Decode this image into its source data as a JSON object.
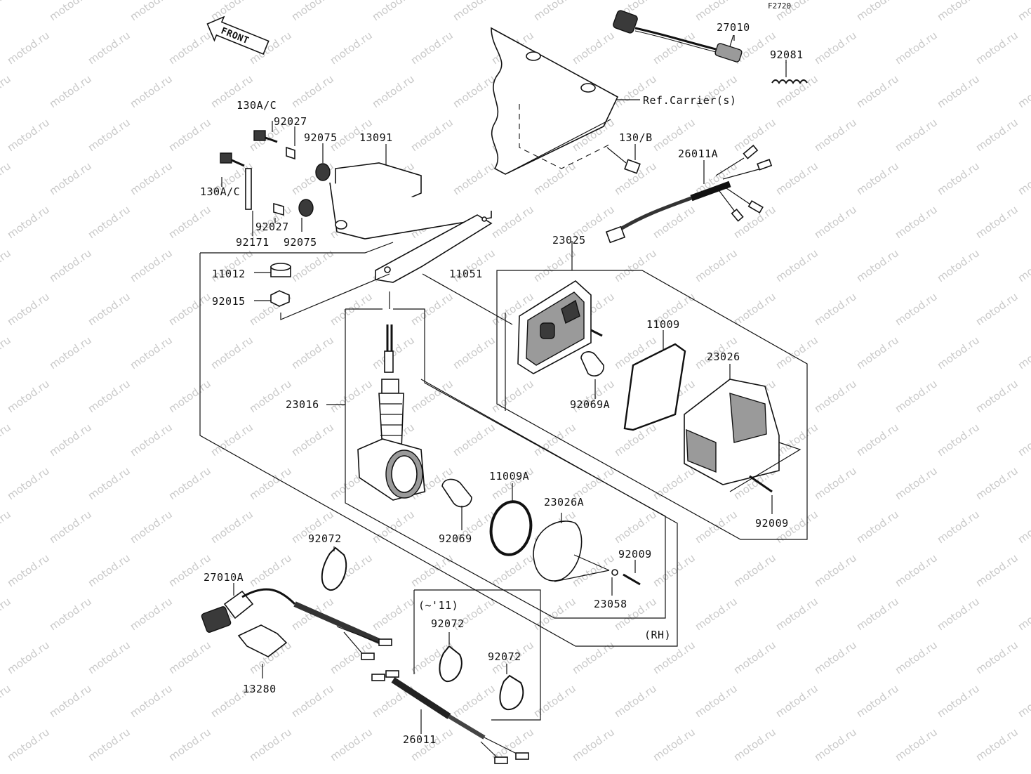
{
  "diagram_code": "F2720",
  "front_label": "FRONT",
  "ref_note": "Ref.Carrier(s)",
  "labels": [
    {
      "id": "130A/C",
      "text": "130A/C"
    },
    {
      "id": "92027a",
      "text": "92027"
    },
    {
      "id": "92075a",
      "text": "92075"
    },
    {
      "id": "13091",
      "text": "13091"
    },
    {
      "id": "130A/C-2",
      "text": "130A/C"
    },
    {
      "id": "92027b",
      "text": "92027"
    },
    {
      "id": "92171",
      "text": "92171"
    },
    {
      "id": "92075b",
      "text": "92075"
    },
    {
      "id": "11012",
      "text": "11012"
    },
    {
      "id": "92015",
      "text": "92015"
    },
    {
      "id": "11051",
      "text": "11051"
    },
    {
      "id": "27010",
      "text": "27010"
    },
    {
      "id": "92081",
      "text": "92081"
    },
    {
      "id": "130/B",
      "text": "130/B"
    },
    {
      "id": "26011A",
      "text": "26011A"
    },
    {
      "id": "23025",
      "text": "23025"
    },
    {
      "id": "11009",
      "text": "11009"
    },
    {
      "id": "23026",
      "text": "23026"
    },
    {
      "id": "92069A",
      "text": "92069A"
    },
    {
      "id": "92009a",
      "text": "92009"
    },
    {
      "id": "23016",
      "text": "23016"
    },
    {
      "id": "11009A",
      "text": "11009A"
    },
    {
      "id": "23026A",
      "text": "23026A"
    },
    {
      "id": "92069",
      "text": "92069"
    },
    {
      "id": "92009b",
      "text": "92009"
    },
    {
      "id": "23058",
      "text": "23058"
    },
    {
      "id": "RH",
      "text": "(RH)"
    },
    {
      "id": "92072a",
      "text": "92072"
    },
    {
      "id": "27010A",
      "text": "27010A"
    },
    {
      "id": "13280",
      "text": "13280"
    },
    {
      "id": "upto11",
      "text": "(~'11)"
    },
    {
      "id": "92072b",
      "text": "92072"
    },
    {
      "id": "92072c",
      "text": "92072"
    },
    {
      "id": "26011",
      "text": "26011"
    }
  ],
  "watermark": "motod.ru"
}
